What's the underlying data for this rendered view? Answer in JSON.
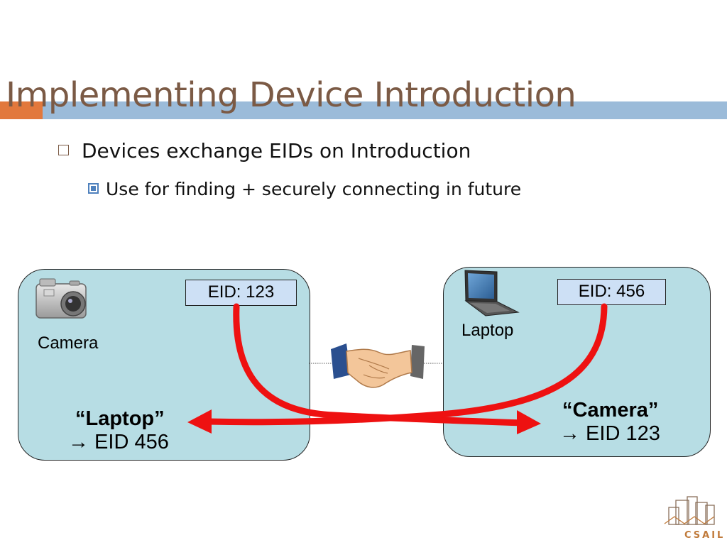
{
  "slide": {
    "title": "Implementing Device Introduction",
    "bullets": [
      {
        "text": "Devices exchange EIDs on Introduction"
      },
      {
        "text": "Use for finding + securely connecting in future"
      }
    ]
  },
  "diagram": {
    "left_device": {
      "name": "Camera",
      "icon": "camera-icon",
      "eid_label": "EID: 123",
      "stored_name": "“Laptop”",
      "stored_eid": "→ EID 456"
    },
    "right_device": {
      "name": "Laptop",
      "icon": "laptop-icon",
      "eid_label": "EID: 456",
      "stored_name": "“Camera”",
      "stored_eid": "→ EID 123"
    },
    "center_icon": "handshake-icon",
    "arrow_color": "#ee1111",
    "box_color": "#b7dde4"
  },
  "logo": {
    "text": "CSAIL"
  },
  "colors": {
    "title": "#7b5a45",
    "accent_orange": "#e2783c",
    "accent_blue": "#9bbbd9"
  }
}
